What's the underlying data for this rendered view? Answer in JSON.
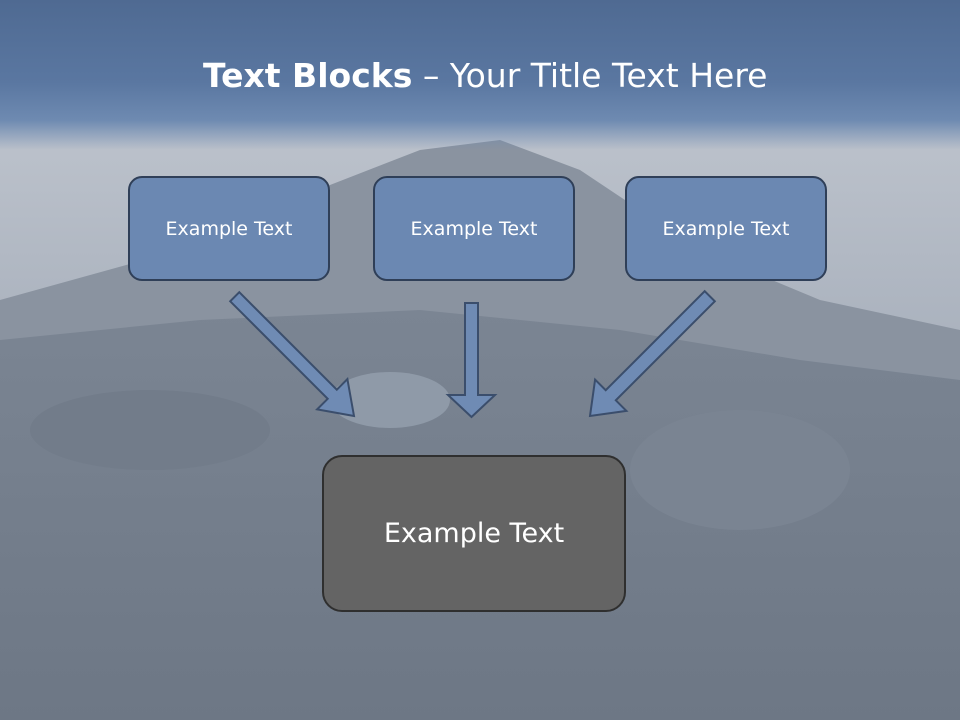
{
  "title": {
    "bold": "Text Blocks",
    "separator": " – ",
    "rest": "Your Title Text Here"
  },
  "blocks": [
    {
      "label": "Example Text"
    },
    {
      "label": "Example Text"
    },
    {
      "label": "Example Text"
    }
  ],
  "target": {
    "label": "Example Text"
  },
  "colors": {
    "title_bar": "#58739c",
    "block_fill": "#6b88b2",
    "block_border": "#2f3f58",
    "target_fill": "#646464",
    "arrow_fill": "#6f8bb4",
    "arrow_border": "#3b4e6c"
  }
}
